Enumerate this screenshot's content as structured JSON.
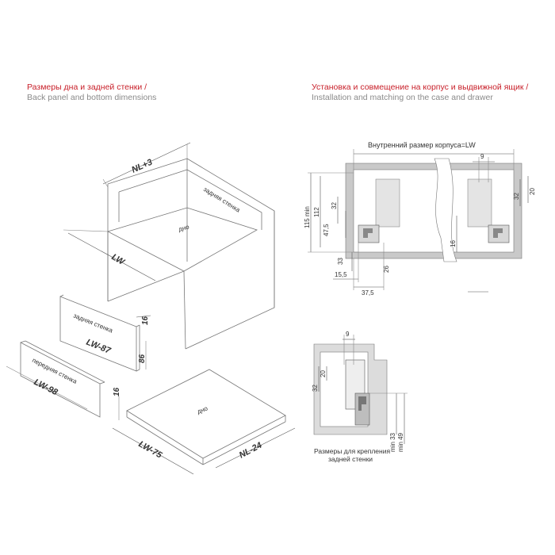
{
  "headers": {
    "left_ru": "Размеры дна и задней стенки /",
    "left_en": "Back panel and bottom dimensions",
    "right_ru": "Установка и совмещение на корпус и выдвижной ящик /",
    "right_en": "Installation and matching on the case and drawer"
  },
  "box": {
    "nl_plus3": "NL+3",
    "back_wall": "задняя стенка",
    "bottom": "дно",
    "lw": "LW"
  },
  "back_panel": {
    "label": "задняя стенка",
    "width": "LW-87",
    "thickness": "16",
    "height": "86"
  },
  "front_panel": {
    "label": "передняя стенка",
    "width": "LW-98"
  },
  "bottom_panel": {
    "label": "дно",
    "width": "LW-75",
    "depth": "NL-24",
    "thickness": "16"
  },
  "install": {
    "inner_size": "Внутренний размер корпуса=LW",
    "d115": "115 min",
    "d112": "112",
    "d32": "32",
    "d47_5": "47,5",
    "d33": "33",
    "d15_5": "15,5",
    "d37_5": "37,5",
    "d26": "26",
    "d9": "9",
    "d32r": "32",
    "d20": "20",
    "d16": "16"
  },
  "detail": {
    "d9": "9",
    "d32": "32",
    "d20": "20",
    "min33": "min 33",
    "min49": "min 49",
    "caption_line1": "Размеры для крепления",
    "caption_line2": "задней стенки"
  }
}
